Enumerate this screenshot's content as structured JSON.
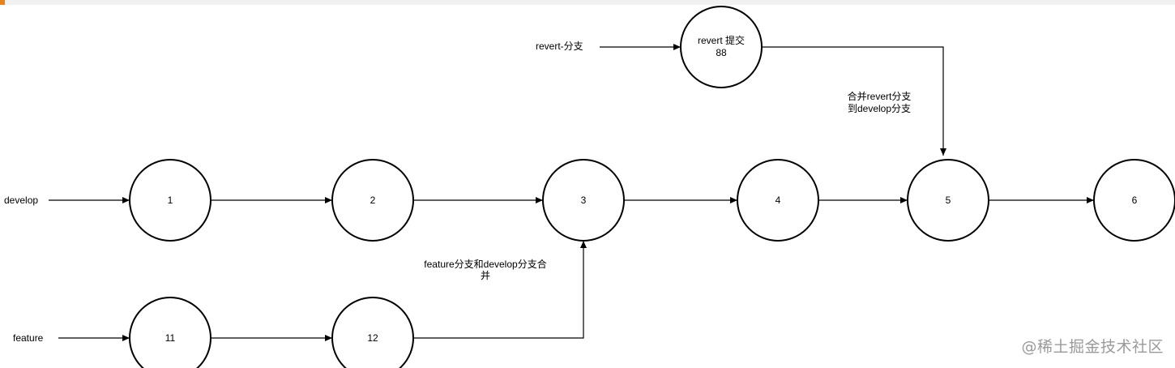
{
  "branches": {
    "develop": "develop",
    "feature": "feature",
    "revert": "revert-分支"
  },
  "nodes": {
    "n1": "1",
    "n2": "2",
    "n3": "3",
    "n4": "4",
    "n5": "5",
    "n6": "6",
    "n11": "11",
    "n12": "12",
    "revert_line1": "revert 提交",
    "revert_line2": "88"
  },
  "annotations": {
    "merge_feature_line1": "feature分支和develop分支合",
    "merge_feature_line2": "并",
    "merge_revert_line1": "合并revert分支",
    "merge_revert_line2": "到develop分支"
  },
  "watermark": "@稀土掘金技术社区",
  "colors": {
    "stroke": "#000000",
    "background": "#ffffff",
    "watermark": "#9a9a9a",
    "accent": "#e8821c"
  }
}
